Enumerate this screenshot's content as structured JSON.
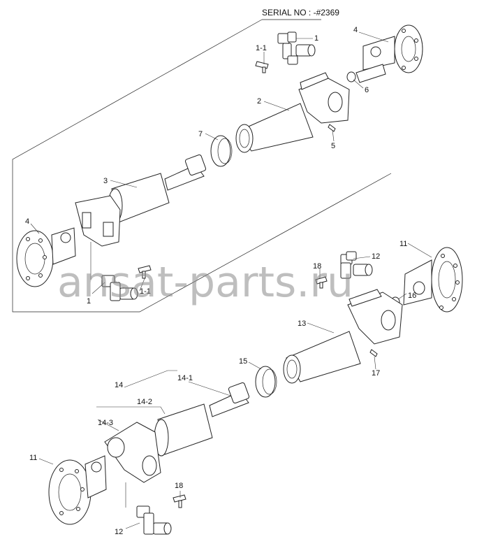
{
  "header": {
    "serial": "SERIAL NO : -#2369"
  },
  "watermark": "ansat-parts.ru",
  "labels": {
    "l1_top": "1",
    "l1_1_top": "1-1",
    "l4_top": "4",
    "l6": "6",
    "l2": "2",
    "l7": "7",
    "l5": "5",
    "l3": "3",
    "l4_left": "4",
    "l1_bottom": "1",
    "l1_1_bottom": "1-1",
    "l12_top": "12",
    "l18_top": "18",
    "l11_right": "11",
    "l16": "16",
    "l13": "13",
    "l15": "15",
    "l17": "17",
    "l14": "14",
    "l14_1": "14-1",
    "l14_2": "14-2",
    "l14_3": "14-3",
    "l11_left": "11",
    "l18_bottom": "18",
    "l12_bottom": "12"
  }
}
